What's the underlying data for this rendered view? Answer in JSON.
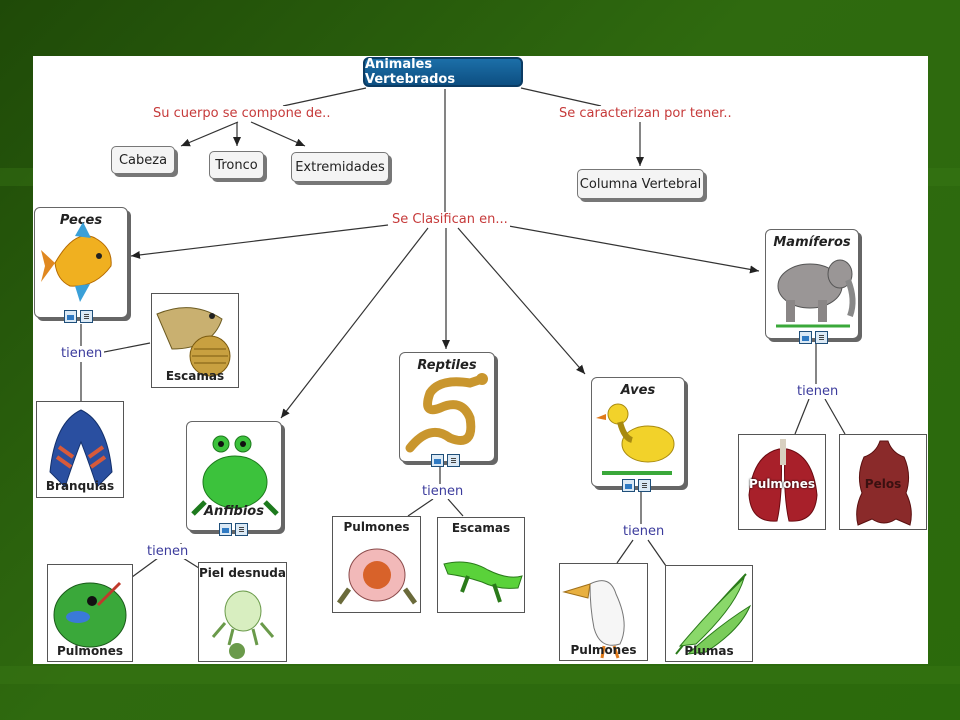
{
  "title": "Animales Vertebrados",
  "links": {
    "compone": "Su cuerpo se compone de..",
    "caracteriza": "Se caracterizan por tener..",
    "clasifican": "Se Clasifican en..."
  },
  "body_parts": [
    "Cabeza",
    "Tronco",
    "Extremidades"
  ],
  "trait": "Columna Vertebral",
  "connector": "tienen",
  "classes": {
    "peces": {
      "name": "Peces",
      "parts": [
        "Escamas",
        "Branquias"
      ]
    },
    "anfibios": {
      "name": "Anfibios",
      "parts": [
        "Pulmones",
        "Piel desnuda"
      ]
    },
    "reptiles": {
      "name": "Reptiles",
      "parts": [
        "Pulmones",
        "Escamas"
      ]
    },
    "aves": {
      "name": "Aves",
      "parts": [
        "Pulmones",
        "Plumas"
      ]
    },
    "mamiferos": {
      "name": "Mamíferos",
      "parts": [
        "Pulmones",
        "Pelos"
      ]
    }
  },
  "colors": {
    "background": "#2b6a0c",
    "title_fill": "#0d4f82",
    "link_text": "#c63a3a",
    "connector_text": "#3b3b9c"
  },
  "icons": [
    "image-icon",
    "document-icon"
  ]
}
